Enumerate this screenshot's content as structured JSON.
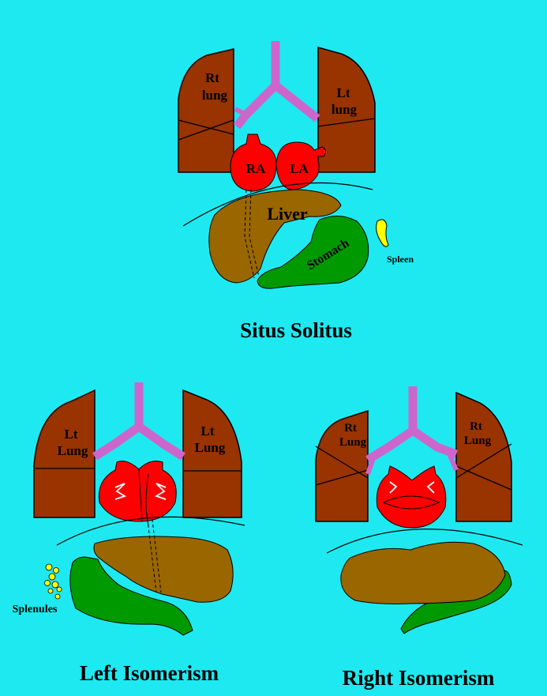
{
  "colors": {
    "background": "#1ee9f0",
    "lung": "#993300",
    "heart": "#ff0000",
    "airway": "#cc66cc",
    "liver": "#996600",
    "stomach": "#009900",
    "spleen": "#ffff00"
  },
  "situs_solitus": {
    "caption": "Situs Solitus",
    "right_lung_l1": "Rt",
    "right_lung_l2": "lung",
    "left_lung_l1": "Lt",
    "left_lung_l2": "lung",
    "right_atrium": "RA",
    "left_atrium": "LA",
    "liver": "Liver",
    "stomach": "Stomach",
    "spleen": "Spleen"
  },
  "left_isomerism": {
    "caption": "Left Isomerism",
    "lung1_l1": "Lt",
    "lung1_l2": "Lung",
    "lung2_l1": "Lt",
    "lung2_l2": "Lung",
    "splenules": "Splenules"
  },
  "right_isomerism": {
    "caption": "Right Isomerism",
    "lung1_l1": "Rt",
    "lung1_l2": "Lung",
    "lung2_l1": "Rt",
    "lung2_l2": "Lung"
  }
}
